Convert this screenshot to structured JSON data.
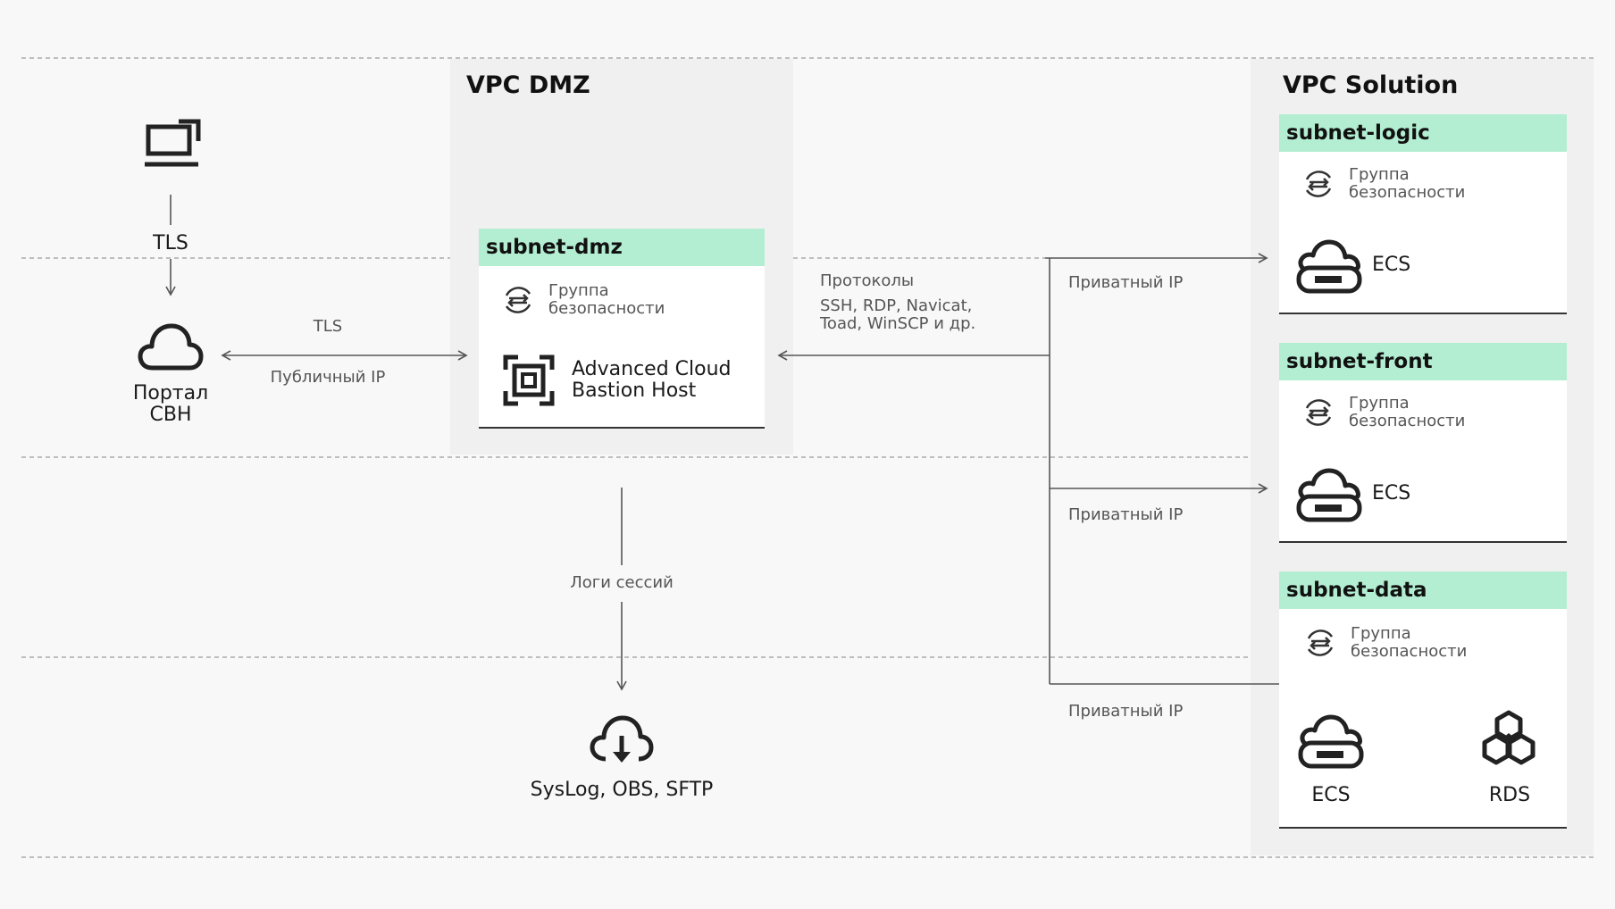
{
  "client": {
    "tls_top": "TLS",
    "portal_label": "Портал\nСВН",
    "tls_link": "TLS",
    "public_ip": "Публичный IP"
  },
  "dmz": {
    "title": "VPC DMZ",
    "subnet_name": "subnet-dmz",
    "security_group": "Группа\nбезопасности",
    "bastion_label": "Advanced Cloud\nBastion Host"
  },
  "protocols": {
    "title": "Протоколы",
    "list": "SSH, RDP, Navicat,\nToad, WinSCP и др."
  },
  "private_ip": {
    "logic": "Приватный IP",
    "front": "Приватный IP",
    "data": "Приватный IP"
  },
  "logs": {
    "label": "Логи сессий",
    "storage_label": "SysLog, OBS, SFTP"
  },
  "solution": {
    "title": "VPC Solution",
    "subnets": [
      {
        "name": "subnet-logic",
        "security_group": "Группа\nбезопасности",
        "ecs": "ECS"
      },
      {
        "name": "subnet-front",
        "security_group": "Группа\nбезопасности",
        "ecs": "ECS"
      },
      {
        "name": "subnet-data",
        "security_group": "Группа\nбезопасности",
        "ecs": "ECS",
        "rds": "RDS"
      }
    ]
  },
  "colors": {
    "subnet_header": "#b3eed2",
    "panel": "#f0f0f0",
    "line": "#555555",
    "background": "#f8f8f8"
  }
}
